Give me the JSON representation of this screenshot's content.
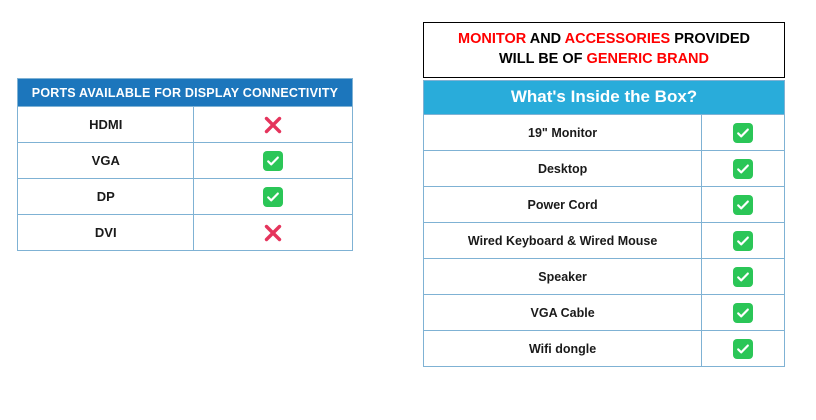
{
  "ports_table": {
    "header": "PORTS AVAILABLE FOR DISPLAY CONNECTIVITY",
    "header_bg": "#1C76BC",
    "border_color": "#7FB2D4",
    "rows": [
      {
        "label": "HDMI",
        "mark": "cross",
        "mark_icon": "cross-icon"
      },
      {
        "label": "VGA",
        "mark": "check",
        "mark_icon": "check-icon"
      },
      {
        "label": "DP",
        "mark": "check",
        "mark_icon": "check-icon"
      },
      {
        "label": "DVI",
        "mark": "cross",
        "mark_icon": "cross-icon"
      }
    ]
  },
  "notice": {
    "line1_part1": "MONITOR",
    "line1_part2": "AND",
    "line1_part3": "ACCESSORIES",
    "line1_part4": "PROVIDED",
    "line2_part1": "WILL BE OF",
    "line2_part2": "GENERIC BRAND",
    "highlight_color": "#FF0000",
    "text_color": "#000000"
  },
  "box_table": {
    "header": "What's Inside the Box?",
    "header_bg": "#29ACDA",
    "border_color": "#7FB2D4",
    "rows": [
      {
        "label": "19\" Monitor",
        "mark": "check",
        "mark_icon": "check-icon"
      },
      {
        "label": "Desktop",
        "mark": "check",
        "mark_icon": "check-icon"
      },
      {
        "label": "Power Cord",
        "mark": "check",
        "mark_icon": "check-icon"
      },
      {
        "label": "Wired Keyboard & Wired Mouse",
        "mark": "check",
        "mark_icon": "check-icon"
      },
      {
        "label": "Speaker",
        "mark": "check",
        "mark_icon": "check-icon"
      },
      {
        "label": "VGA Cable",
        "mark": "check",
        "mark_icon": "check-icon"
      },
      {
        "label": "Wifi dongle",
        "mark": "check",
        "mark_icon": "check-icon"
      }
    ]
  },
  "icon_colors": {
    "check_green": "#2BC657",
    "cross_red": "#E5345C"
  }
}
